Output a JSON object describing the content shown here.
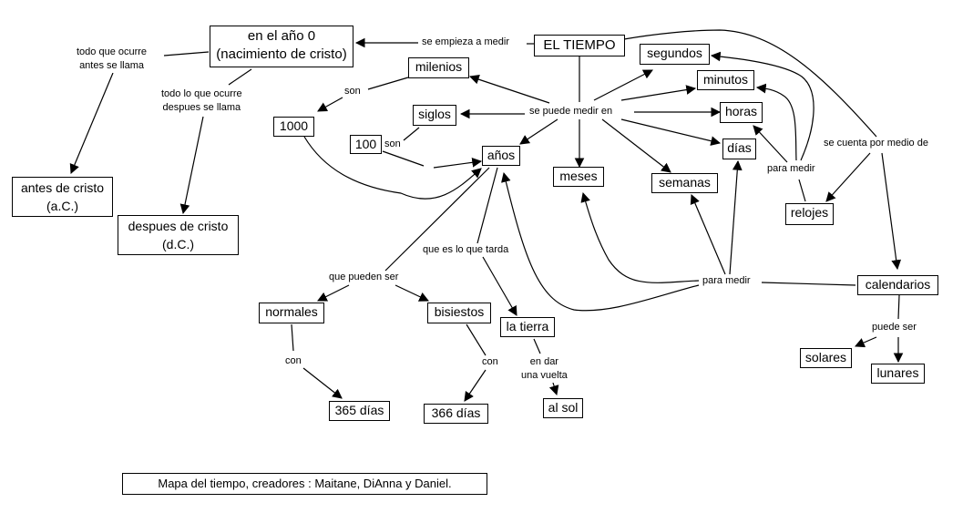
{
  "title": "Mapa del tiempo",
  "nodes": {
    "tiempo": "EL  TIEMPO",
    "anio0_l1": "en el año 0",
    "anio0_l2": "(nacimiento de cristo)",
    "antes_l1": "antes de cristo",
    "antes_l2": "(a.C.)",
    "despues_l1": "despues de cristo",
    "despues_l2": "(d.C.)",
    "milenios": "milenios",
    "siglos": "siglos",
    "n1000": "1000",
    "n100": "100",
    "anos": "años",
    "meses": "meses",
    "semanas": "semanas",
    "dias": "días",
    "horas": "horas",
    "minutos": "minutos",
    "segundos": "segundos",
    "relojes": "relojes",
    "calendarios": "calendarios",
    "solares": "solares",
    "lunares": "lunares",
    "normales": "normales",
    "bisiestos": "bisiestos",
    "n365": "365 días",
    "n366": "366  días",
    "tierra": "la tierra",
    "alsol": "al sol",
    "credits": "Mapa del tiempo, creadores : Maitane, DiAnna y  Daniel."
  },
  "links": {
    "empieza": "se empieza a medir",
    "antes_l1": "todo que ocurre",
    "antes_l2": "antes se llama",
    "despues_l1": "todo lo que ocurre",
    "despues_l2": "despues se llama",
    "son1": "son",
    "son2": "son",
    "puede_medir": "se  puede medir  en",
    "cuenta": "se cuenta por medio de",
    "para_medir_relojes": "para medir",
    "para_medir_cal": "para medir",
    "pueden_ser": "que  pueden  ser",
    "tarda": "que  es lo que tarda",
    "con1": "con",
    "con2": "con",
    "vuelta_l1": "en dar",
    "vuelta_l2": "una vuelta",
    "puede_ser": "puede ser"
  }
}
